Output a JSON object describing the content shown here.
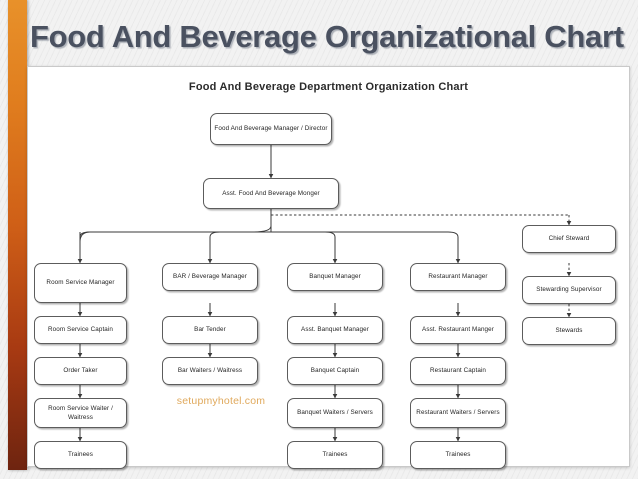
{
  "slide": {
    "title": "Food And Beverage Organizational Chart",
    "accent_color": "#cf5f17",
    "title_color": "#4a5160",
    "watermark": "setupmyhotel.com",
    "watermark_color": "#e0a95c"
  },
  "chart": {
    "title": "Food And Beverage Department Organization Chart",
    "box_border_color": "#5c5c5c",
    "box_fill": "#ffffff",
    "connector_color": "#3a3a3a",
    "top": [
      {
        "id": "fb-manager",
        "label": "Food And Beverage Manager / Director"
      },
      {
        "id": "asst-fb-manager",
        "label": "Asst. Food And Beverage Monger"
      }
    ],
    "columns": [
      {
        "id": "room-service",
        "connector": "solid",
        "nodes": [
          {
            "id": "room-service-manager",
            "label": "Room Service Manager"
          },
          {
            "id": "room-service-captain",
            "label": "Room Service Captain"
          },
          {
            "id": "order-taker",
            "label": "Order Taker"
          },
          {
            "id": "room-service-waiter",
            "label": "Room Service Waiter / Waitress"
          },
          {
            "id": "room-service-trainees",
            "label": "Trainees"
          }
        ]
      },
      {
        "id": "bar-beverage",
        "connector": "solid",
        "nodes": [
          {
            "id": "bar-beverage-manager",
            "label": "BAR / Beverage Manager"
          },
          {
            "id": "bar-tender",
            "label": "Bar Tender"
          },
          {
            "id": "bar-waiters",
            "label": "Bar Waiters / Waitress"
          }
        ]
      },
      {
        "id": "banquet",
        "connector": "solid",
        "nodes": [
          {
            "id": "banquet-manager",
            "label": "Banquet Manager"
          },
          {
            "id": "asst-banquet-manager",
            "label": "Asst. Banquet Manager"
          },
          {
            "id": "banquet-captain",
            "label": "Banquet Captain"
          },
          {
            "id": "banquet-waiters",
            "label": "Banquet Waiters / Servers"
          },
          {
            "id": "banquet-trainees",
            "label": "Trainees"
          }
        ]
      },
      {
        "id": "restaurant",
        "connector": "solid",
        "nodes": [
          {
            "id": "restaurant-manager",
            "label": "Restaurant Manager"
          },
          {
            "id": "asst-restaurant-manager",
            "label": "Asst. Restaurant Manger"
          },
          {
            "id": "restaurant-captain",
            "label": "Restaurant Captain"
          },
          {
            "id": "restaurant-waiters",
            "label": "Restaurant Waiters / Servers"
          },
          {
            "id": "restaurant-trainees",
            "label": "Trainees"
          }
        ]
      },
      {
        "id": "stewarding",
        "connector": "dashed",
        "nodes": [
          {
            "id": "chief-steward",
            "label": "Chief Steward"
          },
          {
            "id": "stewarding-supervisor",
            "label": "Stewarding Supervisor"
          },
          {
            "id": "stewards",
            "label": "Stewards"
          }
        ]
      }
    ]
  }
}
